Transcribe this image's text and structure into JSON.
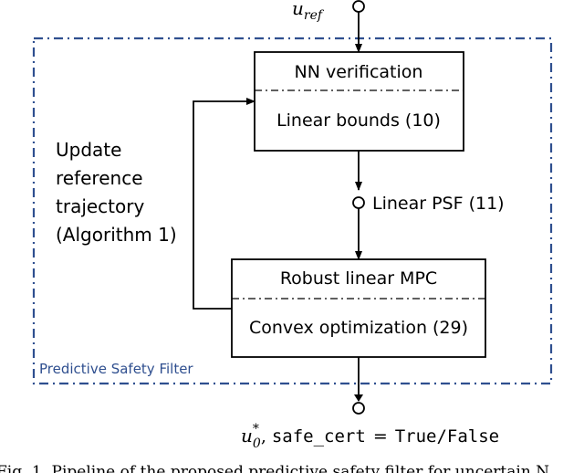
{
  "diagram": {
    "input": {
      "symbol": "u",
      "subscript": "ref"
    },
    "top_block": {
      "header": "NN verification",
      "body": "Linear bounds (10)"
    },
    "mid_node": {
      "label": "Linear PSF (11)"
    },
    "bottom_block": {
      "header": "Robust linear MPC",
      "body": "Convex optimization (29)"
    },
    "feedback": {
      "lines": [
        "Update",
        "reference",
        "trajectory",
        "(Algorithm 1)"
      ]
    },
    "container": {
      "label": "Predictive Safety Filter",
      "color": "#2f4f8f"
    },
    "output": {
      "symbol": "u",
      "superscript": "*",
      "subscript": "0",
      "separator": ",",
      "cert_name": "safe_cert",
      "equals": "=",
      "value": "True/False"
    }
  },
  "caption": {
    "text": "Fig. 1.   Pipeline of the proposed predictive safety filter for uncertain N"
  }
}
